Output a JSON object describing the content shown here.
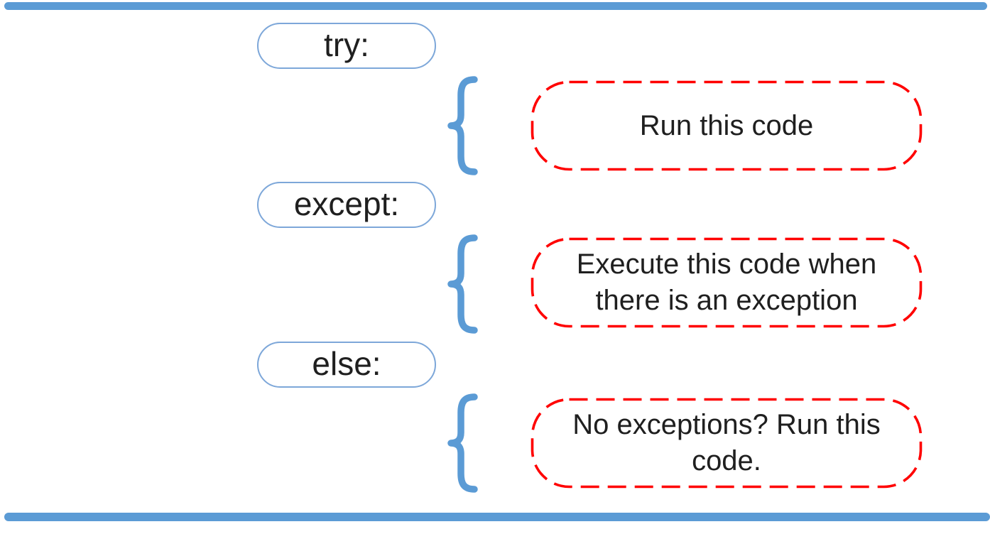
{
  "colors": {
    "bar_blue": "#5B9BD5",
    "brace_blue": "#5B9BD5",
    "pill_border": "#7DA7D9",
    "dash_red": "#FF0000",
    "text": "#1F1F1F"
  },
  "diagram": {
    "type": "try-except-else code structure",
    "rows": [
      {
        "keyword": "try:",
        "description": "Run this code"
      },
      {
        "keyword": "except:",
        "description": "Execute this code when there is an exception"
      },
      {
        "keyword": "else:",
        "description": "No exceptions? Run this code."
      }
    ],
    "icons": {
      "brace": "left-curly-brace-icon",
      "top_rule": "horizontal-divider-bar",
      "bottom_rule": "horizontal-divider-bar"
    }
  }
}
